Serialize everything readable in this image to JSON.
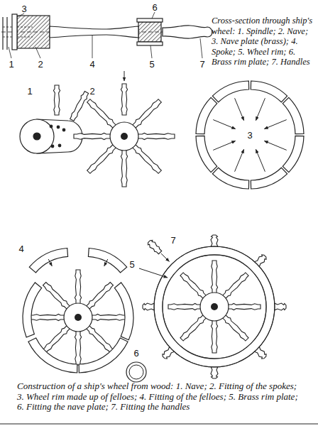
{
  "diagram": {
    "caption": "Construction of a ship's wheel from wood: 1. Nave; 2. Fitting of the spokes; 3. Wheel rim made up of felloes; 4. Fitting of the felloes; 5. Brass rim plate; 6. Fitting the nave plate; 7. Fitting the handles",
    "labels": [
      "3",
      "6",
      "1",
      "2",
      "4",
      "5",
      "7",
      "Cross-section through ship's wheel: 1. Spindle; 2. Nave; 3. Nave plate (brass); 4. Spoke; 5. Wheel rim; 6. Brass rim plate; 7. Handles",
      "1",
      "2",
      "3",
      "4",
      "5",
      "6",
      "7"
    ]
  }
}
